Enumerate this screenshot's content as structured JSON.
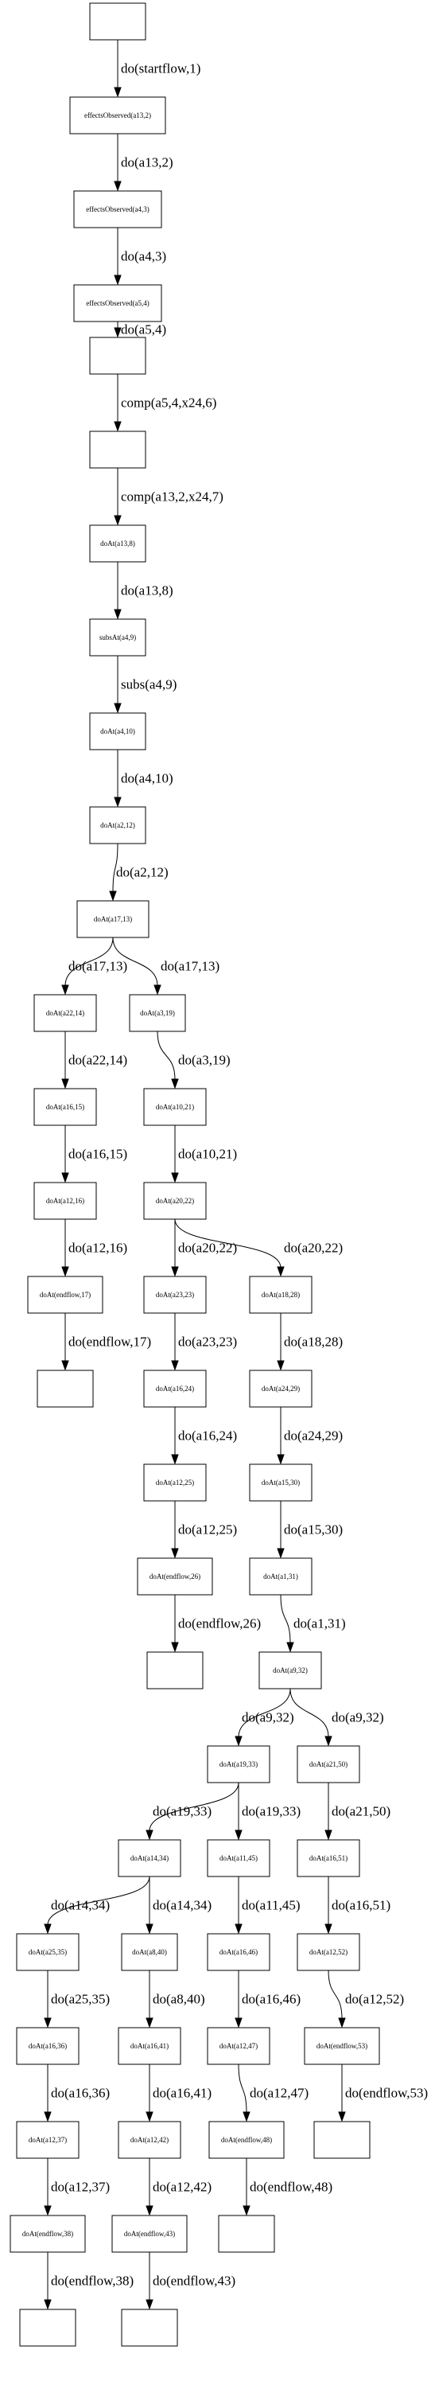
{
  "diagram": {
    "nodes": [
      {
        "id": "n0",
        "label": ""
      },
      {
        "id": "n1",
        "label": "effectsObserved(a13,2)"
      },
      {
        "id": "n2",
        "label": "effectsObserved(a4,3)"
      },
      {
        "id": "n3",
        "label": "effectsObserved(a5,4)"
      },
      {
        "id": "n4",
        "label": ""
      },
      {
        "id": "n5",
        "label": ""
      },
      {
        "id": "n6",
        "label": "doAt(a13,8)"
      },
      {
        "id": "n7",
        "label": "subsAt(a4,9)"
      },
      {
        "id": "n8",
        "label": "doAt(a4,10)"
      },
      {
        "id": "n9",
        "label": "doAt(a2,12)"
      },
      {
        "id": "n10",
        "label": "doAt(a17,13)"
      },
      {
        "id": "n11",
        "label": "doAt(a22,14)"
      },
      {
        "id": "n12",
        "label": "doAt(a3,19)"
      },
      {
        "id": "n13",
        "label": "doAt(a16,15)"
      },
      {
        "id": "n14",
        "label": "doAt(a10,21)"
      },
      {
        "id": "n15",
        "label": "doAt(a12,16)"
      },
      {
        "id": "n16",
        "label": "doAt(a20,22)"
      },
      {
        "id": "n17",
        "label": "doAt(endflow,17)"
      },
      {
        "id": "n18",
        "label": "doAt(a23,23)"
      },
      {
        "id": "n19",
        "label": "doAt(a18,28)"
      },
      {
        "id": "n20",
        "label": ""
      },
      {
        "id": "n21",
        "label": "doAt(a16,24)"
      },
      {
        "id": "n22",
        "label": "doAt(a24,29)"
      },
      {
        "id": "n23",
        "label": "doAt(a12,25)"
      },
      {
        "id": "n24",
        "label": "doAt(a15,30)"
      },
      {
        "id": "n25",
        "label": "doAt(endflow,26)"
      },
      {
        "id": "n26",
        "label": "doAt(a1,31)"
      },
      {
        "id": "n27",
        "label": ""
      },
      {
        "id": "n28",
        "label": "doAt(a9,32)"
      },
      {
        "id": "n29",
        "label": "doAt(a19,33)"
      },
      {
        "id": "n30",
        "label": "doAt(a21,50)"
      },
      {
        "id": "n31",
        "label": "doAt(a14,34)"
      },
      {
        "id": "n32",
        "label": "doAt(a11,45)"
      },
      {
        "id": "n33",
        "label": "doAt(a16,51)"
      },
      {
        "id": "n34",
        "label": "doAt(a25,35)"
      },
      {
        "id": "n35",
        "label": "doAt(a8,40)"
      },
      {
        "id": "n36",
        "label": "doAt(a16,46)"
      },
      {
        "id": "n37",
        "label": "doAt(a12,52)"
      },
      {
        "id": "n38",
        "label": "doAt(a16,36)"
      },
      {
        "id": "n39",
        "label": "doAt(a16,41)"
      },
      {
        "id": "n40",
        "label": "doAt(a12,47)"
      },
      {
        "id": "n41",
        "label": "doAt(endflow,53)"
      },
      {
        "id": "n42",
        "label": "doAt(a12,37)"
      },
      {
        "id": "n43",
        "label": "doAt(a12,42)"
      },
      {
        "id": "n44",
        "label": "doAt(endflow,48)"
      },
      {
        "id": "n45",
        "label": ""
      },
      {
        "id": "n46",
        "label": "doAt(endflow,38)"
      },
      {
        "id": "n47",
        "label": "doAt(endflow,43)"
      },
      {
        "id": "n48",
        "label": ""
      },
      {
        "id": "n49",
        "label": ""
      },
      {
        "id": "n50",
        "label": ""
      }
    ],
    "edges": [
      {
        "from": "n0",
        "to": "n1",
        "label": "do(startflow,1)"
      },
      {
        "from": "n1",
        "to": "n2",
        "label": "do(a13,2)"
      },
      {
        "from": "n2",
        "to": "n3",
        "label": "do(a4,3)"
      },
      {
        "from": "n3",
        "to": "n4",
        "label": "do(a5,4)"
      },
      {
        "from": "n4",
        "to": "n5",
        "label": "comp(a5,4,x24,6)"
      },
      {
        "from": "n5",
        "to": "n6",
        "label": "comp(a13,2,x24,7)"
      },
      {
        "from": "n6",
        "to": "n7",
        "label": "do(a13,8)"
      },
      {
        "from": "n7",
        "to": "n8",
        "label": "subs(a4,9)"
      },
      {
        "from": "n8",
        "to": "n9",
        "label": "do(a4,10)"
      },
      {
        "from": "n9",
        "to": "n10",
        "label": "do(a2,12)"
      },
      {
        "from": "n10",
        "to": "n11",
        "label": "do(a17,13)"
      },
      {
        "from": "n10",
        "to": "n12",
        "label": "do(a17,13)"
      },
      {
        "from": "n11",
        "to": "n13",
        "label": "do(a22,14)"
      },
      {
        "from": "n12",
        "to": "n14",
        "label": "do(a3,19)"
      },
      {
        "from": "n13",
        "to": "n15",
        "label": "do(a16,15)"
      },
      {
        "from": "n14",
        "to": "n16",
        "label": "do(a10,21)"
      },
      {
        "from": "n15",
        "to": "n17",
        "label": "do(a12,16)"
      },
      {
        "from": "n16",
        "to": "n18",
        "label": "do(a20,22)"
      },
      {
        "from": "n16",
        "to": "n19",
        "label": "do(a20,22)"
      },
      {
        "from": "n17",
        "to": "n20",
        "label": "do(endflow,17)"
      },
      {
        "from": "n18",
        "to": "n21",
        "label": "do(a23,23)"
      },
      {
        "from": "n19",
        "to": "n22",
        "label": "do(a18,28)"
      },
      {
        "from": "n21",
        "to": "n23",
        "label": "do(a16,24)"
      },
      {
        "from": "n22",
        "to": "n24",
        "label": "do(a24,29)"
      },
      {
        "from": "n23",
        "to": "n25",
        "label": "do(a12,25)"
      },
      {
        "from": "n24",
        "to": "n26",
        "label": "do(a15,30)"
      },
      {
        "from": "n25",
        "to": "n27",
        "label": "do(endflow,26)"
      },
      {
        "from": "n26",
        "to": "n28",
        "label": "do(a1,31)"
      },
      {
        "from": "n28",
        "to": "n29",
        "label": "do(a9,32)"
      },
      {
        "from": "n28",
        "to": "n30",
        "label": "do(a9,32)"
      },
      {
        "from": "n29",
        "to": "n31",
        "label": "do(a19,33)"
      },
      {
        "from": "n29",
        "to": "n32",
        "label": "do(a19,33)"
      },
      {
        "from": "n30",
        "to": "n33",
        "label": "do(a21,50)"
      },
      {
        "from": "n31",
        "to": "n34",
        "label": "do(a14,34)"
      },
      {
        "from": "n31",
        "to": "n35",
        "label": "do(a14,34)"
      },
      {
        "from": "n32",
        "to": "n36",
        "label": "do(a11,45)"
      },
      {
        "from": "n33",
        "to": "n37",
        "label": "do(a16,51)"
      },
      {
        "from": "n34",
        "to": "n38",
        "label": "do(a25,35)"
      },
      {
        "from": "n35",
        "to": "n39",
        "label": "do(a8,40)"
      },
      {
        "from": "n36",
        "to": "n40",
        "label": "do(a16,46)"
      },
      {
        "from": "n37",
        "to": "n41",
        "label": "do(a12,52)"
      },
      {
        "from": "n38",
        "to": "n42",
        "label": "do(a16,36)"
      },
      {
        "from": "n39",
        "to": "n43",
        "label": "do(a16,41)"
      },
      {
        "from": "n40",
        "to": "n44",
        "label": "do(a12,47)"
      },
      {
        "from": "n41",
        "to": "n45",
        "label": "do(endflow,53)"
      },
      {
        "from": "n42",
        "to": "n46",
        "label": "do(a12,37)"
      },
      {
        "from": "n43",
        "to": "n47",
        "label": "do(a12,42)"
      },
      {
        "from": "n44",
        "to": "n48",
        "label": "do(endflow,48)"
      },
      {
        "from": "n46",
        "to": "n49",
        "label": "do(endflow,38)"
      },
      {
        "from": "n47",
        "to": "n50",
        "label": "do(endflow,43)"
      }
    ]
  }
}
